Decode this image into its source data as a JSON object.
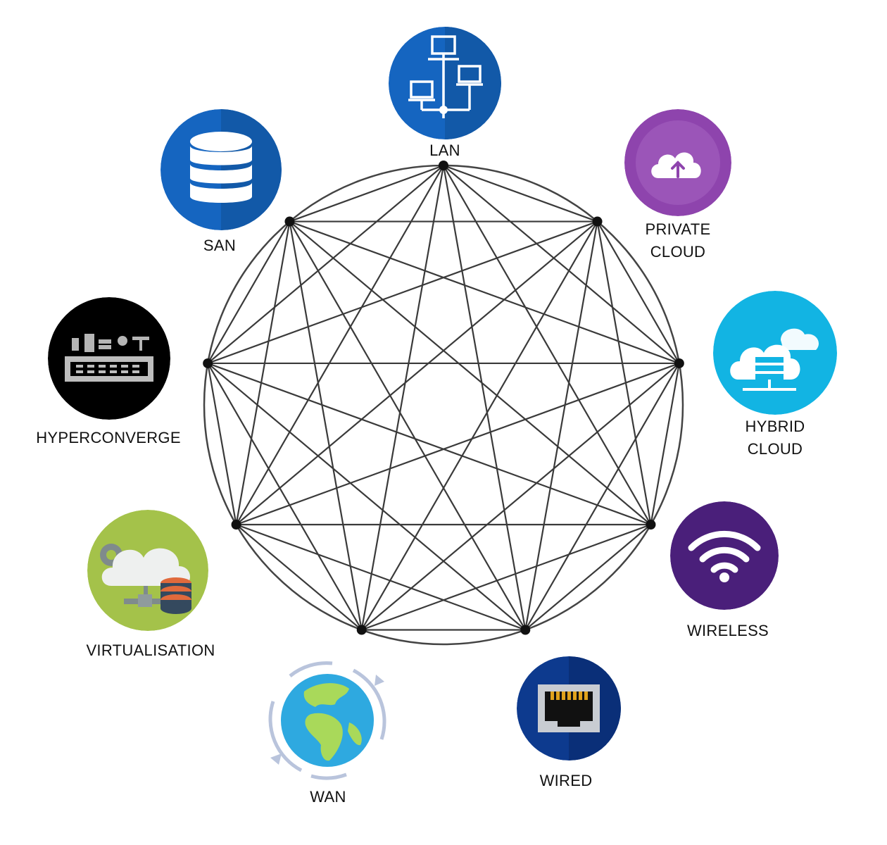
{
  "nodes": {
    "lan": {
      "label": "LAN",
      "icon": "lan-network-icon",
      "color": "#1565c0"
    },
    "private_cloud": {
      "label_line1": "PRIVATE",
      "label_line2": "CLOUD",
      "icon": "cloud-upload-icon",
      "color": "#8e44ad"
    },
    "hybrid_cloud": {
      "label_line1": "HYBRID",
      "label_line2": "CLOUD",
      "icon": "cloud-server-icon",
      "color": "#12b4e3"
    },
    "wireless": {
      "label": "WIRELESS",
      "icon": "wifi-icon",
      "color": "#4a1f7a"
    },
    "wired": {
      "label": "WIRED",
      "icon": "ethernet-port-icon",
      "color": "#0d3a8e"
    },
    "wan": {
      "label": "WAN",
      "icon": "globe-sync-icon",
      "color": "#2ea9e0"
    },
    "virtualisation": {
      "label": "VIRTUALISATION",
      "icon": "cloud-database-icon",
      "color": "#a4c24a"
    },
    "hyperconverge": {
      "label": "HYPERCONVERGE",
      "icon": "server-rack-icon",
      "color": "#000000"
    },
    "san": {
      "label": "SAN",
      "icon": "database-icon",
      "color": "#1565c0"
    }
  }
}
